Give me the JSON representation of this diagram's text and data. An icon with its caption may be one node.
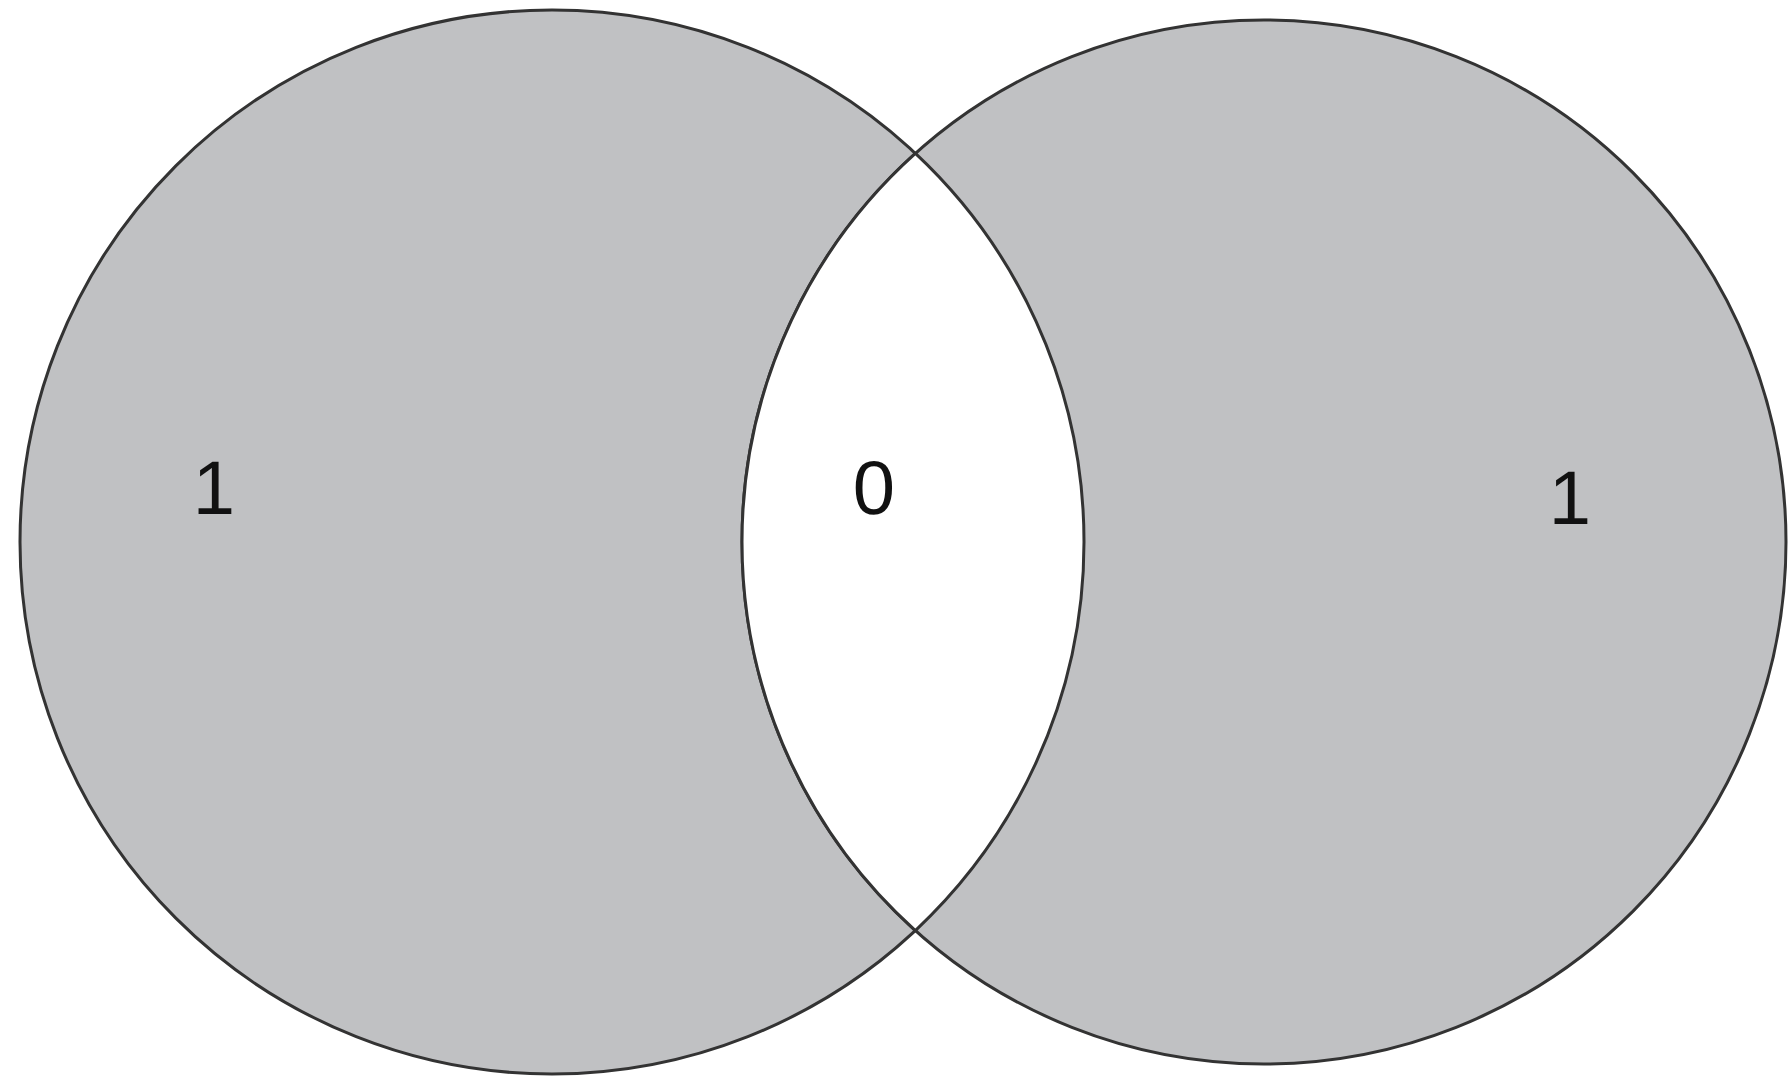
{
  "diagram": {
    "nodes": [
      {
        "text": [
          "1"
        ]
      },
      {
        "text": [
          "0"
        ]
      },
      {
        "text": [
          "1"
        ]
      }
    ]
  }
}
